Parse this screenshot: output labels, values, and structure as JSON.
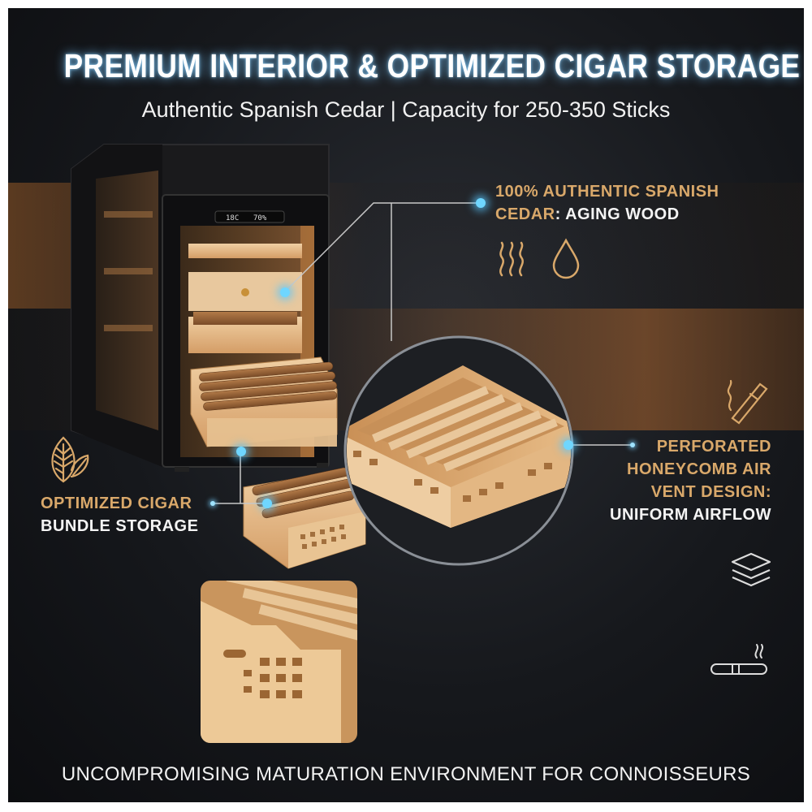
{
  "headline": "PREMIUM INTERIOR & OPTIMIZED CIGAR STORAGE",
  "subheadline": "Authentic Spanish Cedar | Capacity for 250-350 Sticks",
  "callouts": {
    "cedar": {
      "line1": "100% AUTHENTIC SPANISH",
      "line2_gold": "CEDAR",
      "line2_white": ": AGING WOOD"
    },
    "bundle": {
      "line1": "OPTIMIZED CIGAR",
      "line2": "BUNDLE STORAGE"
    },
    "airflow": {
      "line1": "PERFORATED",
      "line2": "HONEYCOMB AIR",
      "line3": "VENT DESIGN:",
      "line4": "UNIFORM AIRFLOW"
    }
  },
  "display": {
    "temp": "18C",
    "humidity": "70%"
  },
  "footer": "UNCOMPROMISING MATURATION ENVIRONMENT FOR CONNOISSEURS",
  "colors": {
    "gold": "#d9a86a",
    "glow": "#6fd6ff",
    "background": "#16181c",
    "cedar": "#e2b98a"
  },
  "icons": [
    "steam-icon",
    "water-drop-icon",
    "leaf-icon",
    "cigar-smoke-icon",
    "layers-icon",
    "cigar-icon"
  ]
}
